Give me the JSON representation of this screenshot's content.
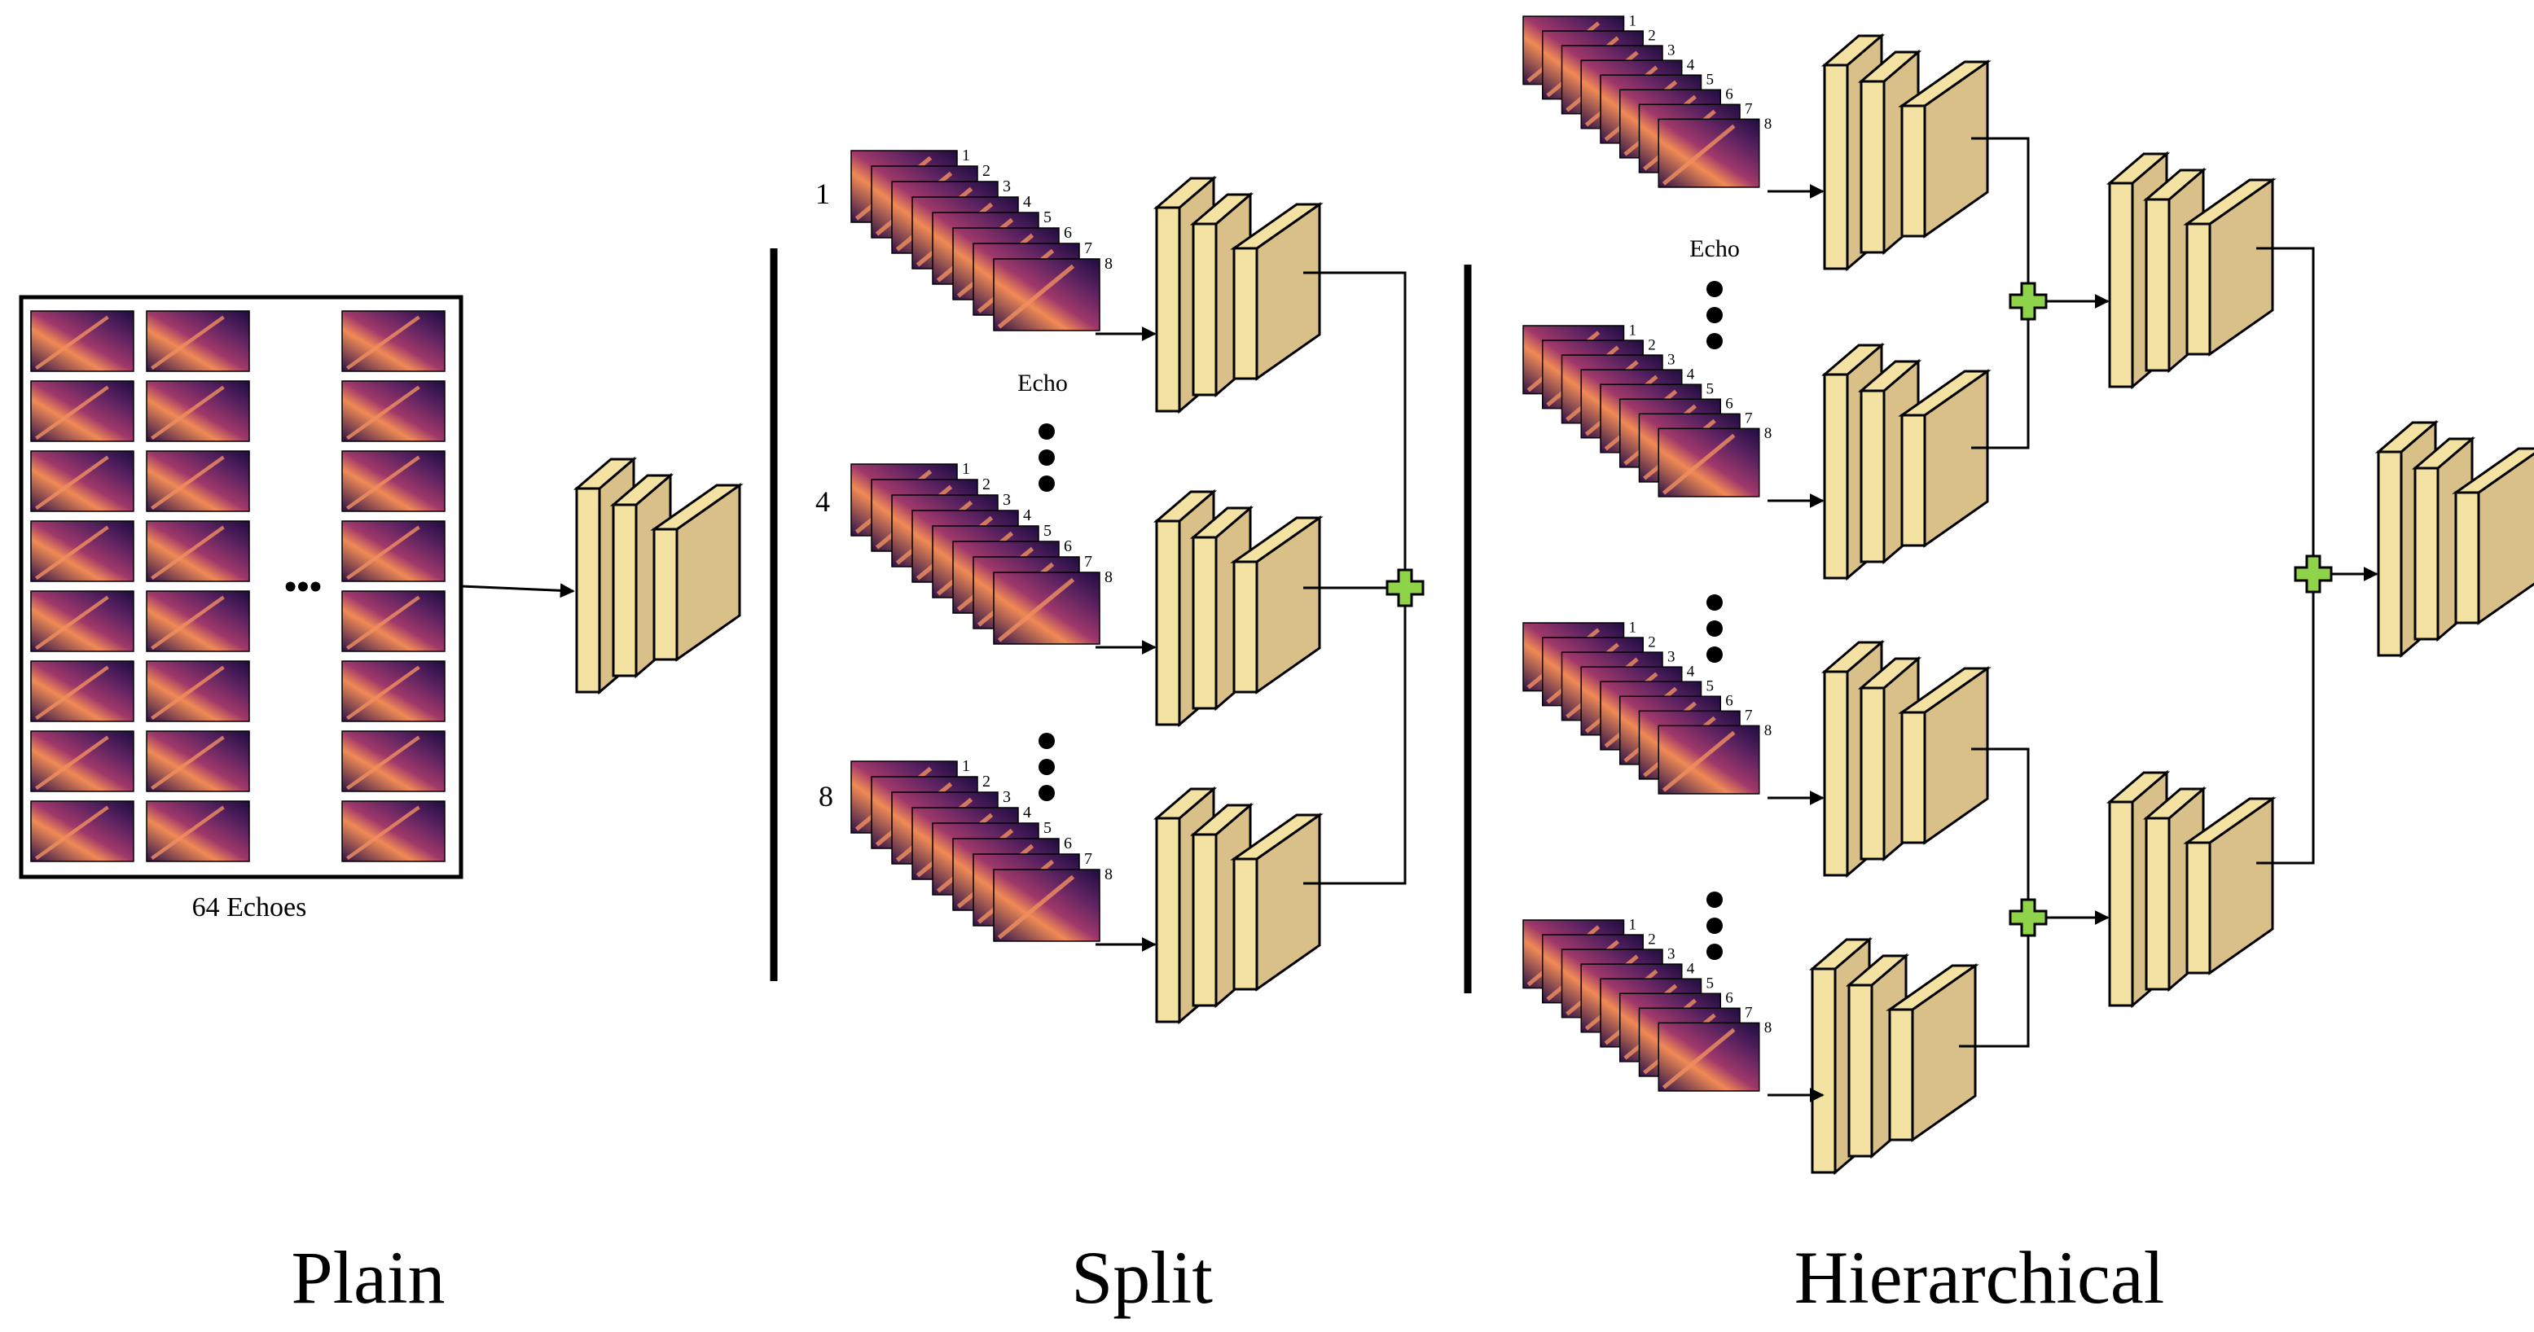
{
  "sections": {
    "plain": "Plain",
    "split": "Split",
    "hierarchical": "Hierarchical"
  },
  "labels": {
    "echoes_64": "64 Echoes",
    "echo": "Echo",
    "ellipsis": "•••",
    "group_1": "1",
    "group_4": "4",
    "group_8": "8",
    "stack_numbers": [
      "1",
      "2",
      "3",
      "4",
      "5",
      "6",
      "7",
      "8"
    ]
  },
  "colors": {
    "block_fill": "#f4e2a2",
    "block_side": "#d8c088",
    "block_stroke": "#000000",
    "plus_fill": "#8fd34a",
    "echo_image_dark": "#1e0c3f",
    "echo_image_mid": "#6a2a6a",
    "echo_image_bright": "#f29060"
  },
  "icons": [
    "conv-block-icon",
    "plus-icon",
    "echo-image-icon"
  ]
}
